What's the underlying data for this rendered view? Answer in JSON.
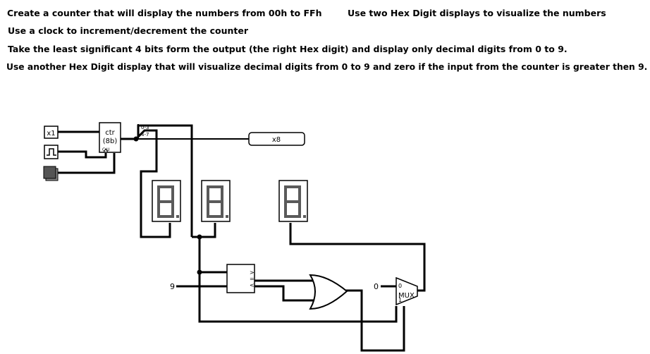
{
  "instructions": {
    "line1a": "Create a counter that will display the numbers from 00h to FFh",
    "line1b": "Use two Hex Digit displays to visualize the numbers",
    "line2": "Use a clock to increment/decrement the counter",
    "line3": "Take the least significant 4 bits  form the output (the right Hex digit) and display only decimal digits from 0 to 9.",
    "line4": "Use another Hex Digit display  that will visualize decimal digits from 0 to 9 and zero if the input from the counter is greater then 9."
  },
  "circuit": {
    "input_constant_label": "x1",
    "counter_label_line1": "ctr",
    "counter_label_line2": "(8b)",
    "counter_pins_bottom": "C  U",
    "splitter_label_top": "0-3",
    "splitter_label_bottom": "4-7",
    "probe_label": "x8",
    "comparator_b_input": "9",
    "comparator_symbols": [
      ">",
      "=",
      "<"
    ],
    "mux_const_input": "0",
    "mux_label": "MUX",
    "mux_sel0": "0",
    "mux_sel1": "1"
  },
  "colors": {
    "wire": "#000000",
    "segment_off": "#5a5a5a",
    "ground_block": "#555555"
  }
}
